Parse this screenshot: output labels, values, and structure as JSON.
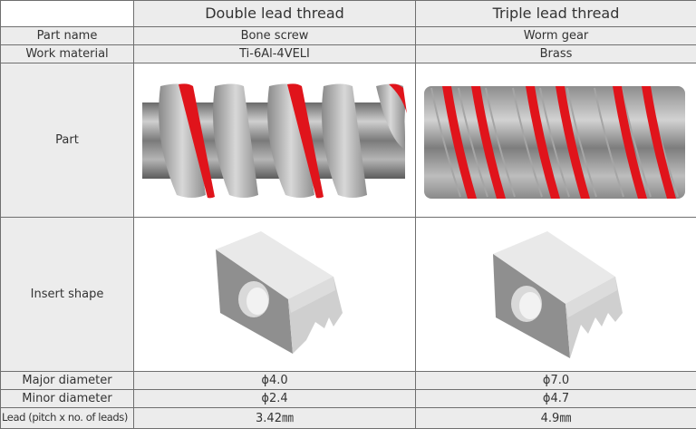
{
  "table": {
    "columns": [
      "",
      "Double lead thread",
      "Triple lead thread"
    ],
    "rows": {
      "part_name": {
        "label": "Part name",
        "double": "Bone screw",
        "triple": "Worm gear"
      },
      "work_material": {
        "label": "Work material",
        "double": "Ti-6Al-4VELI",
        "triple": "Brass"
      },
      "part": {
        "label": "Part",
        "double_image": "bone-screw-double-lead-image",
        "triple_image": "worm-gear-triple-lead-image"
      },
      "insert_shape": {
        "label": "Insert shape",
        "double_image": "double-lead-insert-image",
        "triple_image": "triple-lead-insert-image"
      },
      "major_diameter": {
        "label": "Major diameter",
        "double": "ϕ4.0",
        "triple": "ϕ7.0"
      },
      "minor_diameter": {
        "label": "Minor diameter",
        "double": "ϕ2.4",
        "triple": "ϕ4.7"
      },
      "lead": {
        "label": "Lead (pitch x no. of leads)",
        "double": "3.42㎜",
        "triple": "4.9㎜"
      }
    }
  },
  "colors": {
    "thread_highlight": "#e0141b",
    "metal": "#9a9a9a",
    "label_bg": "#ececec",
    "grid": "#6f6f6f"
  }
}
